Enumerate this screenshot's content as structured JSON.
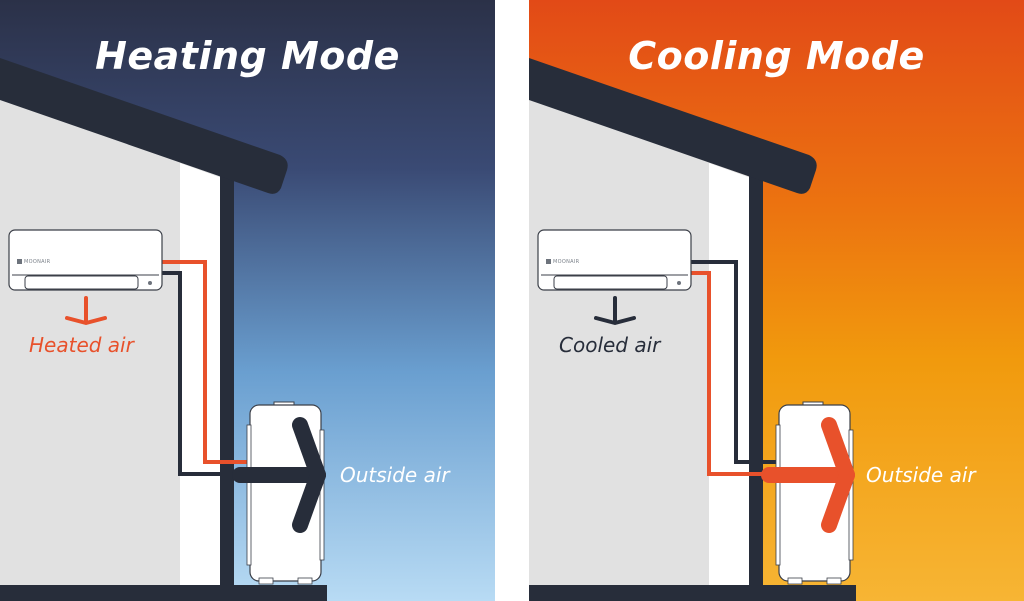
{
  "panels": {
    "heating": {
      "title": "Heating Mode",
      "indoor_label": "Heated air",
      "outdoor_label": "Outside air",
      "brand": "MOONAIR",
      "colors": {
        "sky_top": "#2b3148",
        "sky_bottom": "#b8dbf4",
        "indoor_label": "#e8512b",
        "big_arrow": "#272d3a",
        "small_arrow": "#e8512b",
        "outdoor_label": "#ffffff"
      }
    },
    "cooling": {
      "title": "Cooling Mode",
      "indoor_label": "Cooled air",
      "outdoor_label": "Outside air",
      "brand": "MOONAIR",
      "colors": {
        "sky_top": "#e24a17",
        "sky_bottom": "#f7b534",
        "indoor_label": "#272d3a",
        "big_arrow": "#e8512b",
        "small_arrow": "#272d3a",
        "outdoor_label": "#ffffff"
      }
    }
  },
  "colors": {
    "wall": "#e1e1e1",
    "trim": "#ffffff",
    "roof": "#272d3a",
    "pipe_red": "#e8512b",
    "pipe_dark": "#272d3a",
    "unit": "#ffffff"
  }
}
